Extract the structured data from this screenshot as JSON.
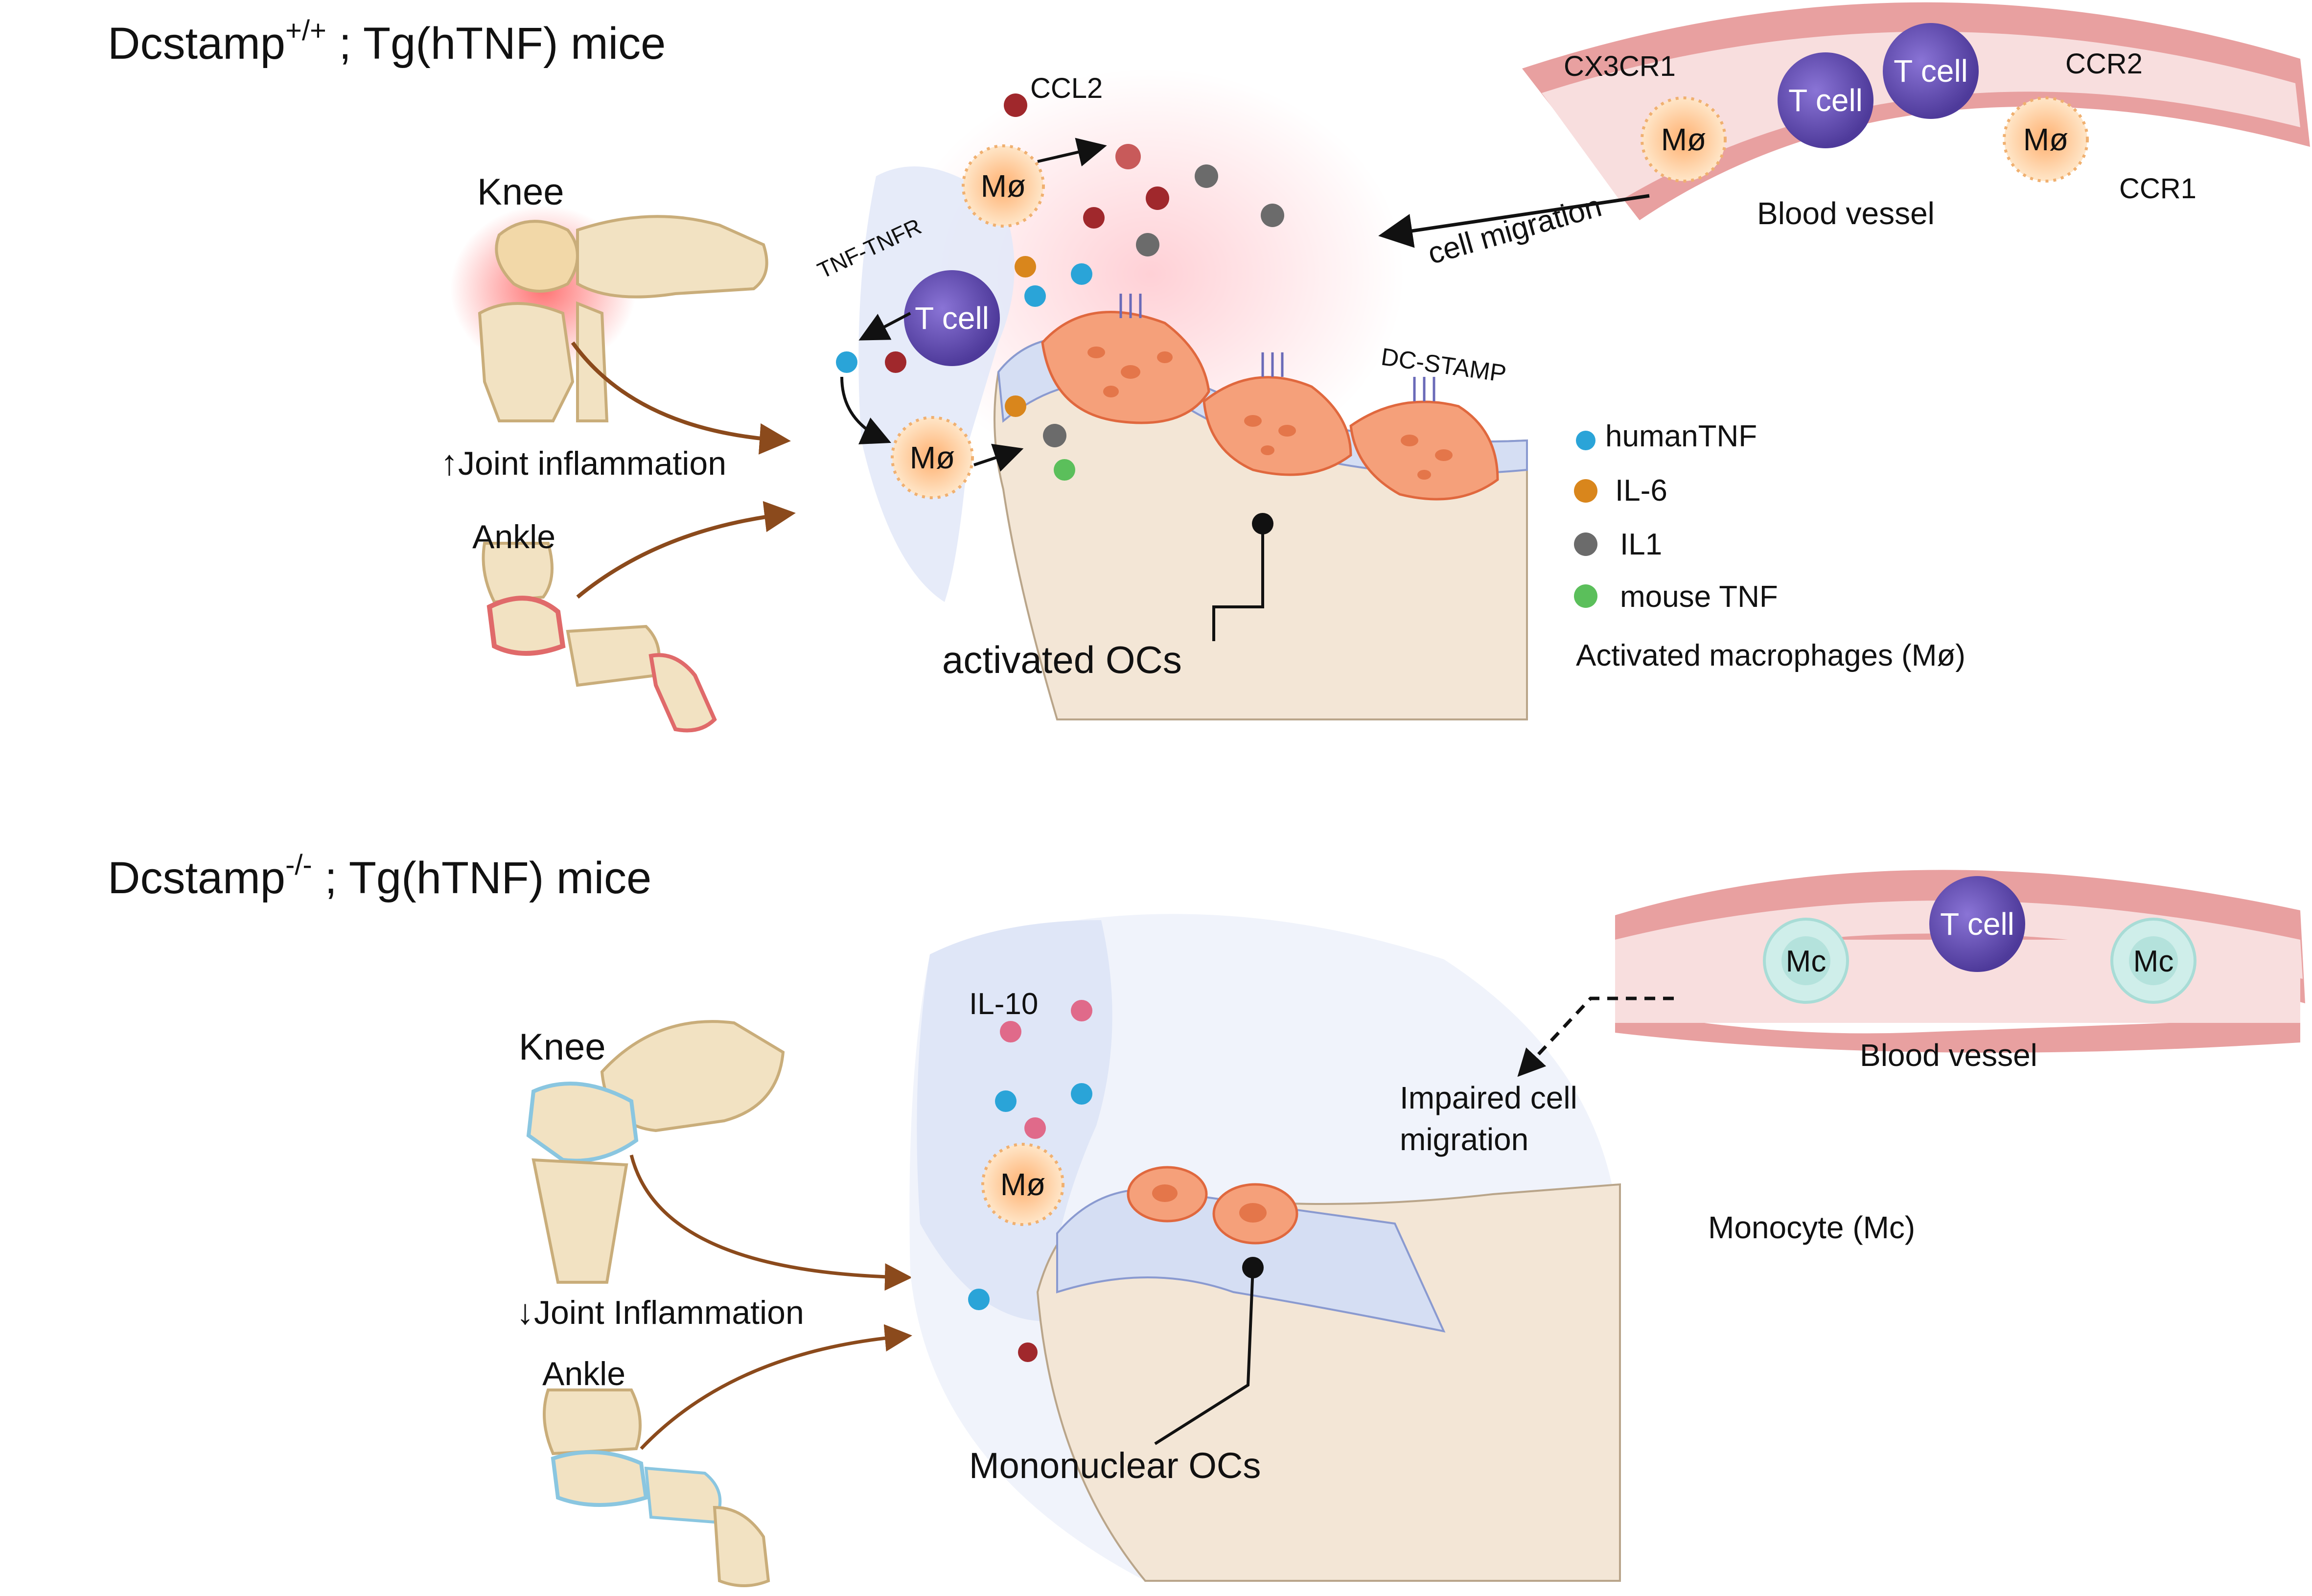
{
  "top": {
    "title": {
      "prefix": "Dcstamp",
      "sup": "+/+",
      "suffix": " ; Tg(hTNF) mice"
    },
    "knee": "Knee",
    "ankle": "Ankle",
    "inflammation_arrow": "↑",
    "inflammation": "Joint inflammation",
    "ccl2": "CCL2",
    "tnf_tnfr": "TNF-TNFR",
    "mac": "Mø",
    "tcell": "T cell",
    "dcstamp": "DC-STAMP",
    "activated_ocs": "activated OCs",
    "cx3cr1": "CX3CR1",
    "ccr2": "CCR2",
    "ccr1": "CCR1",
    "blood_vessel": "Blood vessel",
    "cell_migration": "cell migration"
  },
  "legend": {
    "items": [
      {
        "label": "humanTNF",
        "color": "#2aa4d8"
      },
      {
        "label": "IL-6",
        "color": "#d9861c"
      },
      {
        "label": "IL1",
        "color": "#6b6b6b"
      },
      {
        "label": "mouse TNF",
        "color": "#5bbf5b"
      }
    ],
    "macrophages": "Activated macrophages (Mø)"
  },
  "bottom": {
    "title": {
      "prefix": "Dcstamp",
      "sup": "-/-",
      "suffix": " ; Tg(hTNF) mice"
    },
    "knee": "Knee",
    "ankle": "Ankle",
    "inflammation_arrow": "↓",
    "inflammation": "Joint Inflammation",
    "il10": "IL-10",
    "mac": "Mø",
    "mononuclear_ocs": "Mononuclear OCs",
    "tcell": "T cell",
    "mc": "Mc",
    "blood_vessel": "Blood vessel",
    "impaired_line1": "Impaired cell",
    "impaired_line2": "migration",
    "monocyte": "Monocyte (Mc)"
  },
  "colors": {
    "vessel": "#e8a0a0",
    "vessel_inner": "#f8dede",
    "bone": "#f2e2c2",
    "tcell": "#6a55b5",
    "macrophage": "#ffd9b0",
    "osteoclast": "#f5a07a",
    "inflammation": "#ff5a5a",
    "synovium": "#dfe6f7",
    "arrow": "#8b4a1c",
    "ccl2_dot": "#a0282c"
  }
}
